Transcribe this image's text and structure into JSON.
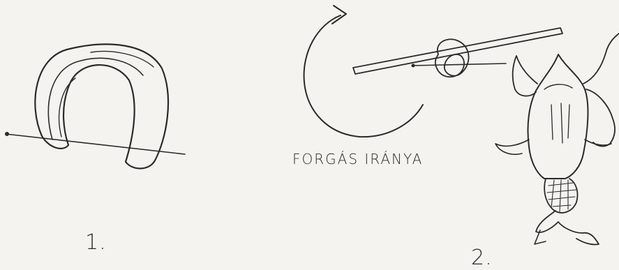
{
  "figure": {
    "caption": "FORGÁS IRÁNYA",
    "step_labels": [
      "1.",
      "2."
    ]
  },
  "colors": {
    "paper": "#f4f3ef",
    "ink": "#2b2a2a"
  }
}
